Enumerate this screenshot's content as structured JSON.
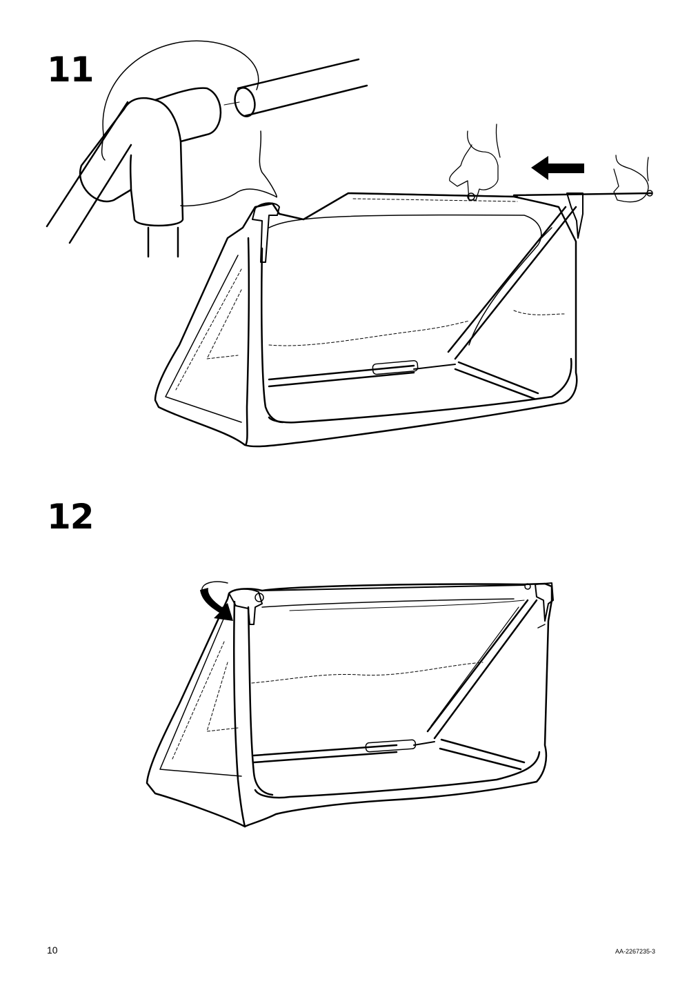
{
  "page": {
    "steps": [
      {
        "number": "11",
        "illustration": "insert-top-rail-into-corner-connector"
      },
      {
        "number": "12",
        "illustration": "rotate-corner-connector-to-lock"
      }
    ],
    "footer": {
      "page_number": "10",
      "document_code": "AA-2267235-3"
    },
    "icons": {
      "step11_direction": "arrow-left-icon",
      "step12_direction": "curved-arrow-icon"
    },
    "colors": {
      "ink": "#000000",
      "background": "#ffffff"
    }
  }
}
